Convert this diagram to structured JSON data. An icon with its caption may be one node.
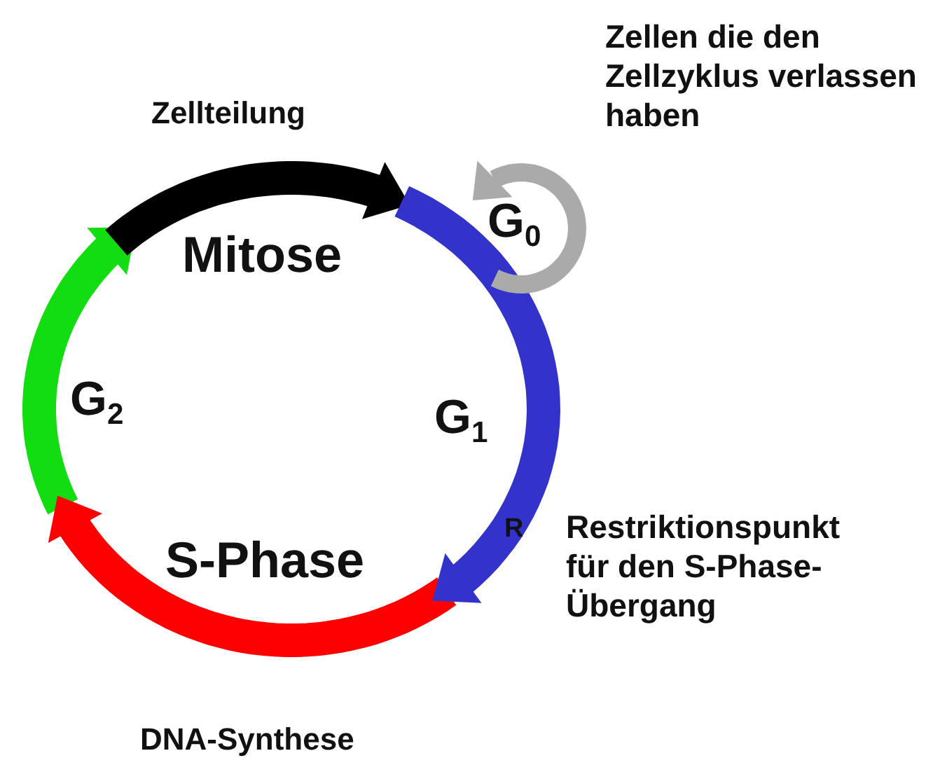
{
  "diagram": {
    "labels": [
      "Zellteilung",
      "Zellen die den Zellzyklus verlassen haben",
      "Mitose",
      "G$_{0}$",
      "G$_{2}$",
      "G$_{1}$",
      "R",
      "S-Phase",
      "Restriktionspunkt für den S-Phase-Übergang",
      "DNA-Synthese"
    ]
  }
}
